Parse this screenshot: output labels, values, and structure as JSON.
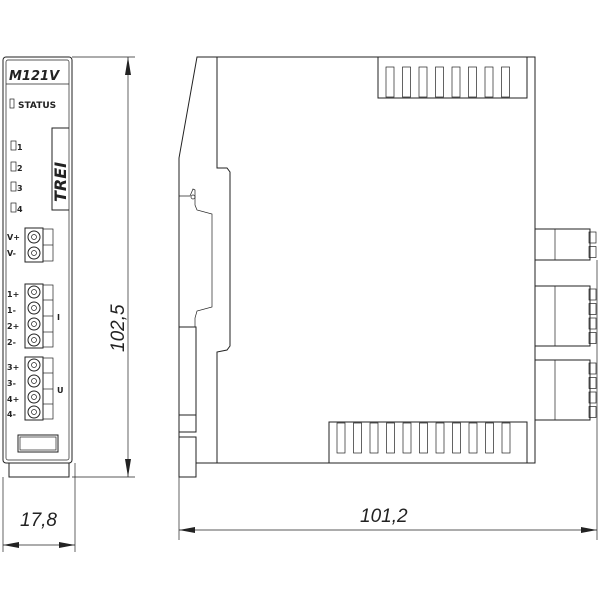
{
  "front_panel": {
    "model": "M121V",
    "status_label": "STATUS",
    "brand": "TREI",
    "leds": [
      "1",
      "2",
      "3",
      "4"
    ],
    "power_terminals": [
      "V+",
      "V-"
    ],
    "current_group_label": "I",
    "current_terminals": [
      "1+",
      "1-",
      "2+",
      "2-"
    ],
    "voltage_group_label": "U",
    "voltage_terminals": [
      "3+",
      "3-",
      "4+",
      "4-"
    ]
  },
  "dimensions": {
    "height": "102,5",
    "width": "17,8",
    "depth": "101,2"
  },
  "colors": {
    "line": "#222222",
    "background": "#ffffff"
  }
}
